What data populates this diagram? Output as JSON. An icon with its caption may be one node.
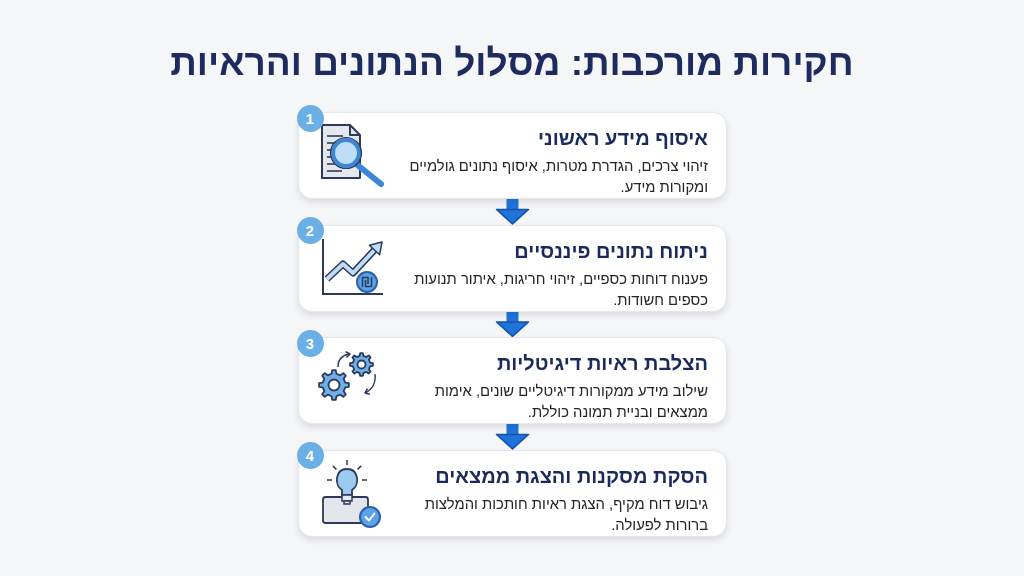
{
  "diagram": {
    "title": "חקירות מורכבות: מסלול הנתונים והראיות",
    "nodes": [
      {
        "text": [
          "איסוף מידע ראשוני",
          "זיהוי צרכים, הגדרת מטרות, איסוף נתונים גולמיים ומקורות מידע."
        ]
      },
      {
        "text": [
          "1"
        ]
      },
      {
        "text": [
          "ניתוח נתונים פיננסיים",
          "פענוח דוחות כספיים, זיהוי חריגות, איתור תנועות כספים חשודות."
        ]
      },
      {
        "text": [
          "2"
        ]
      },
      {
        "text": [
          "הצלבת ראיות דיגיטליות",
          "שילוב מידע ממקורות דיגיטליים שונים, אימות ממצאים ובניית תמונה כוללת."
        ]
      },
      {
        "text": [
          "3"
        ]
      },
      {
        "text": [
          "הסקת מסקנות והצגת ממצאים",
          "גיבוש דוח מקיף, הצגת ראיות חותכות והמלצות ברורות לפעולה."
        ]
      },
      {
        "text": [
          "4"
        ]
      }
    ],
    "edges": [
      {
        "from": 0,
        "to": 2,
        "arrow": "to"
      },
      {
        "from": 2,
        "to": 4,
        "arrow": "to"
      },
      {
        "from": 4,
        "to": 6,
        "arrow": "to"
      }
    ]
  }
}
